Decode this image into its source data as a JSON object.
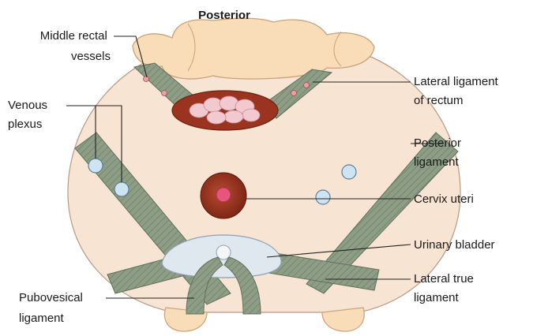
{
  "diagram": {
    "title": "Posterior",
    "labels": {
      "middle_rectal_vessels": [
        "Middle rectal",
        "vessels"
      ],
      "venous_plexus": [
        "Venous",
        "plexus"
      ],
      "lateral_ligament_rectum": [
        "Lateral ligament",
        "of rectum"
      ],
      "posterior_ligament": [
        "Posterior",
        "ligament"
      ],
      "cervix_uteri": [
        "Cervix uteri"
      ],
      "urinary_bladder": [
        "Urinary bladder"
      ],
      "lateral_true_ligament": [
        "Lateral true",
        "ligament"
      ],
      "pubovesical_ligament": [
        "Pubovesical",
        "ligament"
      ]
    },
    "colors": {
      "pelvic_floor": "#f7e4d2",
      "bone": "#f8ddb8",
      "bone_outline": "#c8a27a",
      "ligament": "#8e9e86",
      "ligament_dark": "#5f6f5c",
      "rectum": "#9a3420",
      "cervix": "#8e2a16",
      "os": "#e8557a",
      "bladder": "#dfe7ef",
      "vein": "#cfe4f2",
      "vessel_dot": "#e6a0a6"
    }
  }
}
